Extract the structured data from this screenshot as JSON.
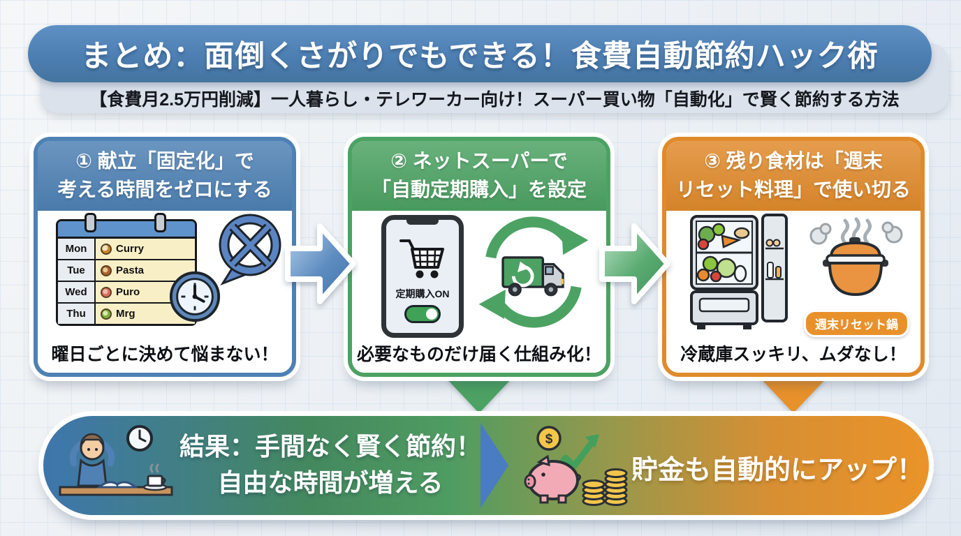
{
  "header": {
    "title": "まとめ：面倒くさがりでもできる！食費自動節約ハック術",
    "subtitle": "【食費月2.5万円削減】一人暮らし・テレワーカー向け！スーパー買い物「自動化」で賢く節約する方法"
  },
  "steps": [
    {
      "title_line1": "① 献立「固定化」で",
      "title_line2": "考える時間をゼロにする",
      "caption": "曜日ごとに決めて悩まない！",
      "accent_color": "#4e81b4",
      "icons": [
        "meal-calendar-icon",
        "no-thinking-bubble-icon",
        "clock-icon"
      ],
      "calendar": {
        "rows": [
          {
            "day": "Mon",
            "meal": "Curry"
          },
          {
            "day": "Tue",
            "meal": "Pasta"
          },
          {
            "day": "Wed",
            "meal": "Puro"
          },
          {
            "day": "Thu",
            "meal": "Mrg"
          }
        ]
      }
    },
    {
      "title_line1": "② ネットスーパーで",
      "title_line2": "「自動定期購入」を設定",
      "caption": "必要なものだけ届く仕組み化！",
      "accent_color": "#4ca263",
      "icons": [
        "smartphone-cart-icon",
        "toggle-on-switch",
        "sync-delivery-truck-icon"
      ],
      "phone_label": "定期購入ON"
    },
    {
      "title_line1": "③ 残り食材は「週末",
      "title_line2": "リセット料理」で使い切る",
      "caption": "冷蔵庫スッキリ、ムダなし！",
      "accent_color": "#e8912b",
      "icons": [
        "open-fridge-icon",
        "steaming-pot-icon"
      ],
      "pot_badge": "週末リセット鍋"
    }
  ],
  "result": {
    "left_line1": "結果：手間なく賢く節約！",
    "left_line2": "自由な時間が増える",
    "right_text": "貯金も自動的にアップ！",
    "coin_symbol": "$",
    "icons": [
      "relaxed-person-icon",
      "piggy-bank-savings-icon"
    ]
  },
  "colors": {
    "step1_blue": "#4e81b4",
    "step2_green": "#4ca263",
    "step3_orange": "#e8912b",
    "banner_gradient": [
      "#3e76ad",
      "#4f9c62",
      "#ea9329"
    ],
    "divider_blue": "#4a7cc2",
    "subtitle_band": "#dbe2ec",
    "calendar_meal_bg": "#f9efc7"
  }
}
